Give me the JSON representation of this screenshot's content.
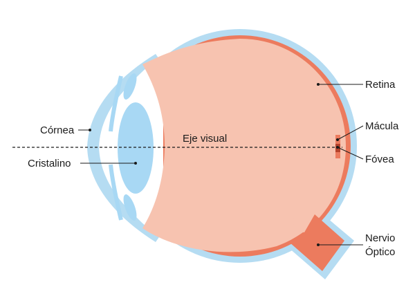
{
  "labels": {
    "cornea": "Córnea",
    "lens": "Cristalino",
    "visual_axis": "Eje visual",
    "retina": "Retina",
    "macula": "Mácula",
    "fovea": "Fóvea",
    "optic_nerve_line1": "Nervio",
    "optic_nerve_line2": "Óptico"
  },
  "colors": {
    "sclera": "#b5dcf2",
    "retina": "#ec7b5e",
    "vitreous": "#f7c3b0",
    "lens": "#a8d8f4",
    "fovea": "#b5432c",
    "optic_nerve": "#ec7b5e",
    "text": "#1a1a1a"
  }
}
